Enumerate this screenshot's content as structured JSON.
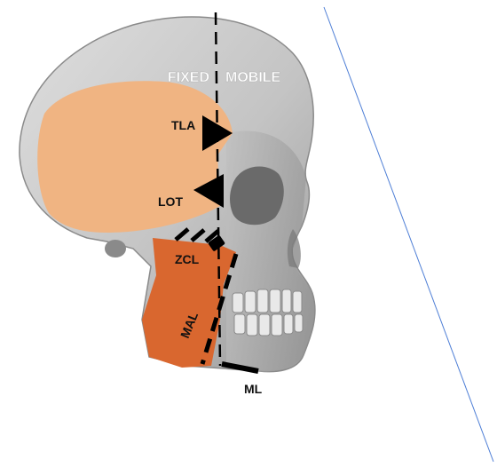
{
  "labels": {
    "fixed": "FIXED",
    "mobile": "MOBILE",
    "tla": "TLA",
    "lot": "LOT",
    "zcl": "ZCL",
    "mal": "MAL",
    "ml": "ML"
  },
  "colors": {
    "skull_fill": "#c9c9c9",
    "temporalis_region": "#f0b482",
    "masseter_region": "#d9672f",
    "orbit": "#6a6a6a",
    "marker_lines": "#000000",
    "diagonal_line": "#4f7fd6",
    "header_text": "#ffffff"
  },
  "icons": {
    "arrow_tla": "triangle-arrow-right",
    "arrow_lot": "triangle-arrow-left"
  }
}
